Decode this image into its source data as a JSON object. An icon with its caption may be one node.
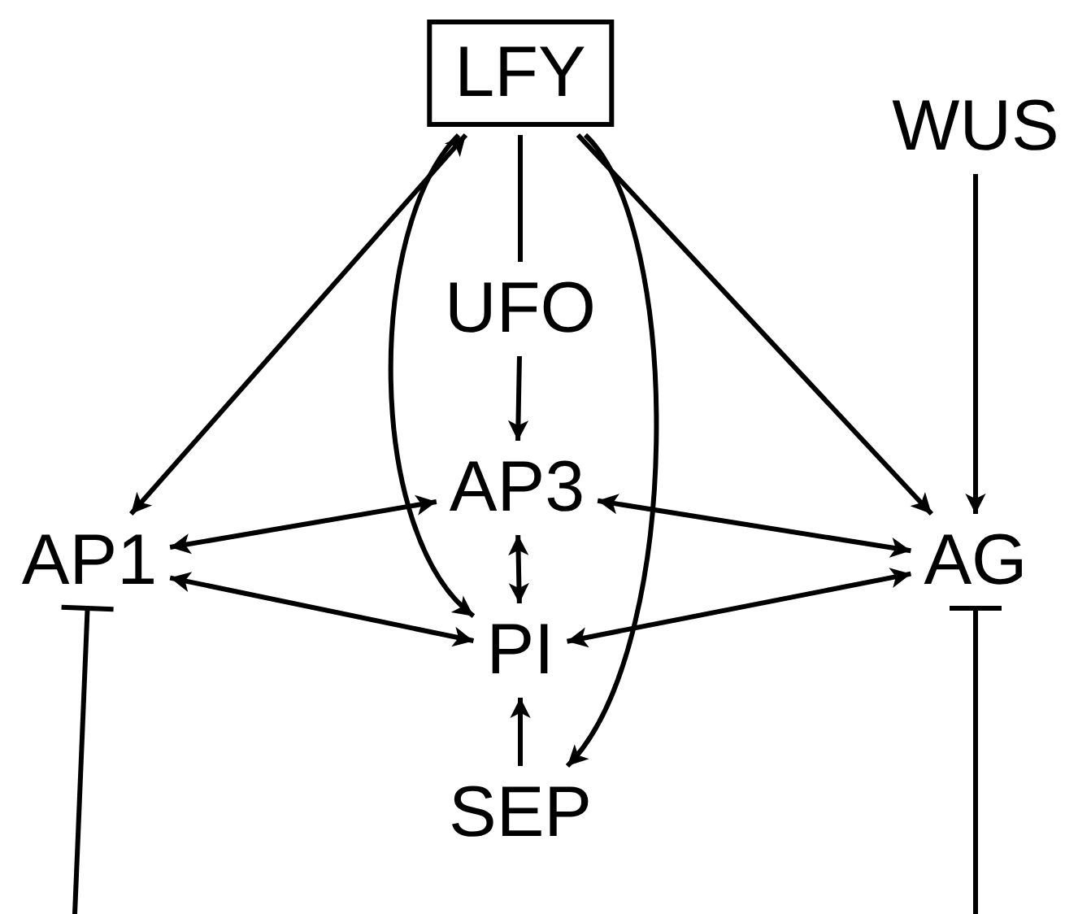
{
  "diagram": {
    "nodes": [
      {
        "text": [
          "LFY"
        ]
      },
      {
        "text": [
          "WUS"
        ]
      },
      {
        "text": [
          "UFO"
        ]
      },
      {
        "text": [
          "AP3"
        ]
      },
      {
        "text": [
          "AP1"
        ]
      },
      {
        "text": [
          "AG"
        ]
      },
      {
        "text": [
          "PI"
        ]
      },
      {
        "text": [
          "SEP"
        ]
      }
    ],
    "edges": [
      {
        "from": 0,
        "to": 4,
        "arrow": "both"
      },
      {
        "from": 0,
        "to": 5,
        "arrow": "to"
      },
      {
        "from": 1,
        "to": 5,
        "arrow": "to"
      },
      {
        "from": 0,
        "to": 2,
        "arrow": "none"
      },
      {
        "from": 2,
        "to": 3,
        "arrow": "to"
      },
      {
        "from": 0,
        "to": 6,
        "arrow": "to"
      },
      {
        "from": 0,
        "to": 7,
        "arrow": "to"
      },
      {
        "from": 4,
        "to": 3,
        "arrow": "both"
      },
      {
        "from": 4,
        "to": 6,
        "arrow": "both"
      },
      {
        "from": 3,
        "to": 6,
        "arrow": "both"
      },
      {
        "from": 3,
        "to": 5,
        "arrow": "both"
      },
      {
        "from": 6,
        "to": 5,
        "arrow": "both"
      },
      {
        "from": 7,
        "to": 6,
        "arrow": "to"
      },
      {
        "from": null,
        "to": 4,
        "arrow": "other"
      },
      {
        "from": null,
        "to": 5,
        "arrow": "other"
      }
    ]
  }
}
